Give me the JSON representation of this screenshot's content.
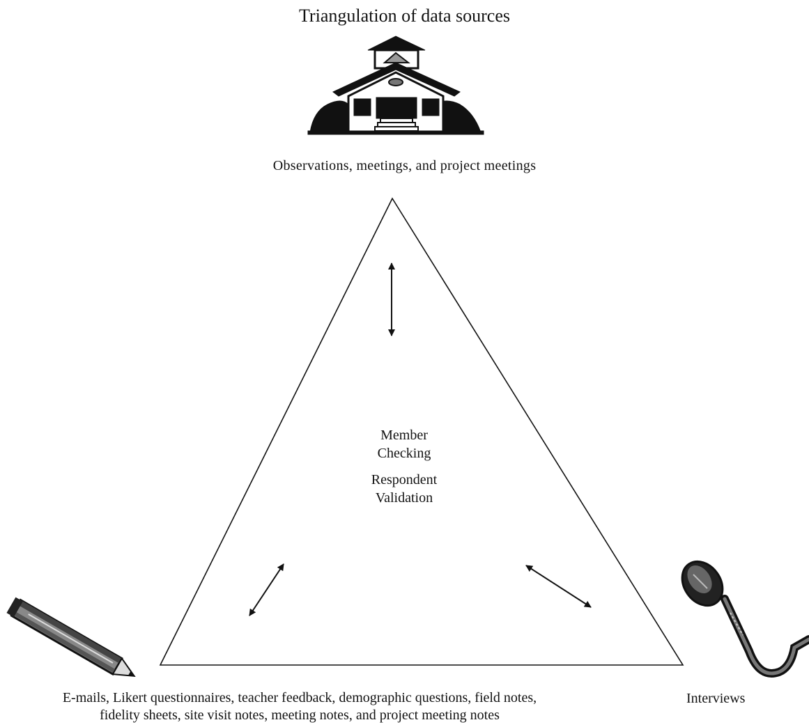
{
  "title": "Triangulation of data sources",
  "top_node": {
    "label": "Observations, meetings, and project meetings",
    "icon": "schoolhouse-icon"
  },
  "center": {
    "line1": "Member",
    "line2": "Checking",
    "line3": "Respondent",
    "line4": "Validation"
  },
  "bottom_left_node": {
    "label_line1": "E-mails, Likert questionnaires, teacher feedback, demographic questions, field notes,",
    "label_line2": "fidelity sheets, site visit notes, meeting notes, and project meeting notes",
    "icon": "pencil-icon"
  },
  "bottom_right_node": {
    "label": "Interviews",
    "icon": "microphone-icon"
  },
  "colors": {
    "ink": "#111111",
    "background": "#ffffff"
  }
}
